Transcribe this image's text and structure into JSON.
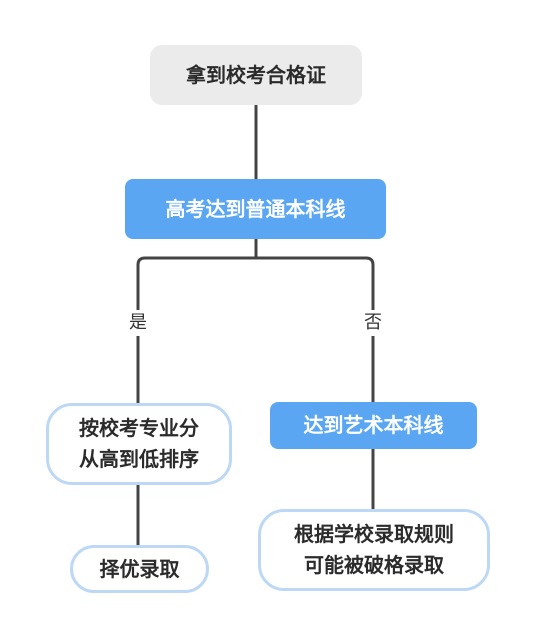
{
  "diagram": {
    "root": {
      "label": "拿到校考合格证"
    },
    "decision": {
      "label": "高考达到普通本科线"
    },
    "branch_yes": {
      "edge_label": "是",
      "node": {
        "lines": [
          "按校考专业分",
          "从高到低排序"
        ]
      },
      "result": {
        "label": "择优录取"
      }
    },
    "branch_no": {
      "edge_label": "否",
      "node": {
        "label": "达到艺术本科线"
      },
      "result": {
        "lines": [
          "根据学校录取规则",
          "可能被破格录取"
        ]
      }
    }
  },
  "colors": {
    "line": "#444444",
    "gray_fill": "#ebebeb",
    "blue_fill": "#5aa6f3",
    "outline": "#bcd8f5"
  }
}
